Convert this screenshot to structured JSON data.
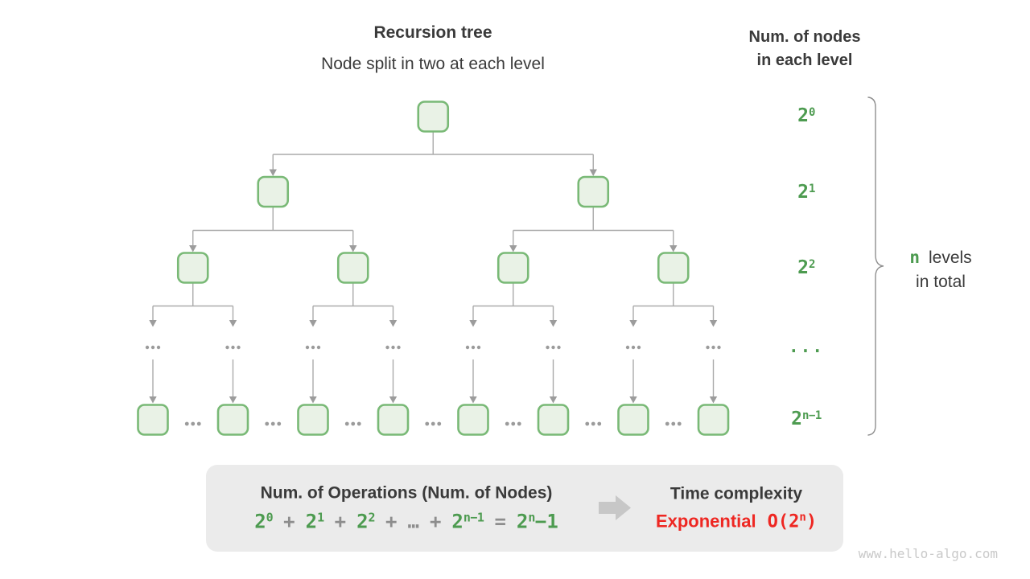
{
  "header": {
    "title": "Recursion tree",
    "subtitle": "Node split in two at each level"
  },
  "right_header": {
    "line1": "Num. of nodes",
    "line2": "in each level"
  },
  "level_labels": [
    {
      "base": "2",
      "sup": "0"
    },
    {
      "base": "2",
      "sup": "1"
    },
    {
      "base": "2",
      "sup": "2"
    },
    {
      "base": "...",
      "sup": ""
    },
    {
      "base": "2",
      "sup": "n−1"
    }
  ],
  "tree": {
    "node_counts_per_level": [
      1,
      2,
      4,
      8,
      8
    ],
    "branching_factor": 2
  },
  "brace_note": {
    "n": "n",
    "rest": "levels",
    "line2": "in total"
  },
  "summary_box": {
    "left_title": "Num. of Operations (Num. of Nodes)",
    "formula": [
      {
        "base": "2",
        "sup": "0",
        "color": "green"
      },
      {
        "base": "+",
        "sup": "",
        "color": "gray"
      },
      {
        "base": "2",
        "sup": "1",
        "color": "green"
      },
      {
        "base": "+",
        "sup": "",
        "color": "gray"
      },
      {
        "base": "2",
        "sup": "2",
        "color": "green"
      },
      {
        "base": "+",
        "sup": "",
        "color": "gray"
      },
      {
        "base": "…",
        "sup": "",
        "color": "gray"
      },
      {
        "base": "+",
        "sup": "",
        "color": "gray"
      },
      {
        "base": "2",
        "sup": "n−1",
        "color": "green"
      },
      {
        "base": "=",
        "sup": "",
        "color": "gray"
      },
      {
        "base": "2",
        "sup": "n",
        "color": "green",
        "after": "−1"
      }
    ],
    "right_title": "Time complexity",
    "right_value_word": "Exponential",
    "right_value_big_o": {
      "prefix": "O(2",
      "sup": "n",
      "suffix": ")"
    }
  },
  "watermark": "www.hello-algo.com",
  "colors": {
    "green": "#4d9b50",
    "node_fill": "#e9f2e6",
    "node_border": "#79b976",
    "line_gray": "#aaaaaa",
    "arrowhead_gray": "#9c9c9c",
    "dots_gray": "#9b9b9b",
    "text_dark": "#3a3a3a",
    "red": "#ee2722",
    "formula_gray": "#8d8d8d",
    "box_bg": "#ebebeb",
    "big_arrow_gray": "#c7c7c7",
    "brace_gray": "#8f8f8f",
    "watermark_gray": "#c9c9c9"
  }
}
